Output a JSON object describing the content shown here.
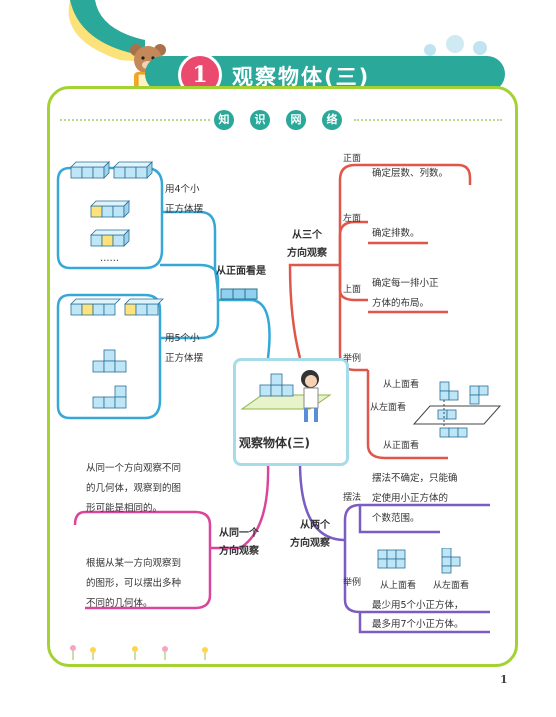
{
  "header": {
    "lesson_number": "1",
    "title": "观察物体(三)"
  },
  "section": {
    "chars": [
      "知",
      "识",
      "网",
      "络"
    ]
  },
  "center": {
    "label": "观察物体(三)"
  },
  "branches": {
    "front_view": {
      "label": "从正面看是",
      "group4": {
        "text_line1": "用4个小",
        "text_line2": "正方体摆",
        "ellipsis": "……"
      },
      "group5": {
        "text_line1": "用5个小",
        "text_line2": "正方体摆"
      }
    },
    "three_directions": {
      "label_line1": "从三个",
      "label_line2": "方向观察",
      "front": {
        "label": "正面",
        "text": "确定层数、列数。"
      },
      "left": {
        "label": "左面",
        "text": "确定排数。"
      },
      "top": {
        "label": "上面",
        "text_line1": "确定每一排小正",
        "text_line2": "方体的布局。"
      },
      "example": {
        "label": "举例",
        "from_top": "从上面看",
        "from_left": "从左面看",
        "from_front": "从正面看"
      }
    },
    "same_direction": {
      "label_line1": "从同一个",
      "label_line2": "方向观察",
      "text1": [
        "从同一个方向观察不同",
        "的几何体，观察到的图",
        "形可能是相同的。"
      ],
      "text2": [
        "根据从某一方向观察到",
        "的图形，可以摆出多种",
        "不同的几何体。"
      ]
    },
    "two_directions": {
      "label_line1": "从两个",
      "label_line2": "方向观察",
      "placement": {
        "label": "摆法",
        "text": [
          "摆法不确定，只能确",
          "定使用小正方体的",
          "个数范围。"
        ]
      },
      "example": {
        "label": "举例",
        "from_top": "从上面看",
        "from_left": "从左面看",
        "result": [
          "最少用5个小正方体，",
          "最多用7个小正方体。"
        ]
      }
    }
  },
  "page_number": "1",
  "colors": {
    "teal": "#2aa89a",
    "green_border": "#a4d233",
    "blue_branch": "#35a8d8",
    "red_branch": "#e0574a",
    "magenta_branch": "#d9459a",
    "purple_branch": "#7a5cc2",
    "badge_pink": "#e94a6e"
  }
}
